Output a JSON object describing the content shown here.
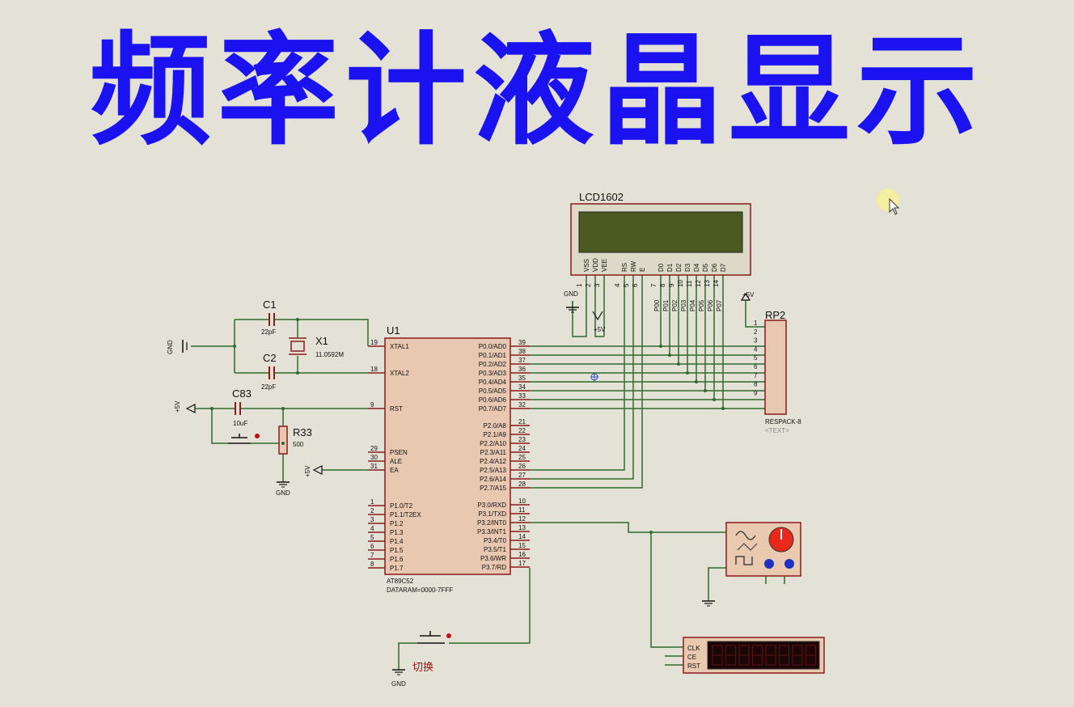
{
  "title": "频率计液晶显示",
  "lcd": {
    "name": "LCD1602",
    "pins": [
      "VSS",
      "VDD",
      "VEE",
      "RS",
      "RW",
      "E",
      "D0",
      "D1",
      "D2",
      "D3",
      "D4",
      "D5",
      "D6",
      "D7"
    ],
    "pin_numbers": [
      "1",
      "2",
      "3",
      "4",
      "5",
      "6",
      "7",
      "8",
      "9",
      "10",
      "11",
      "12",
      "13",
      "14"
    ]
  },
  "mcu": {
    "ref": "U1",
    "part": "AT89C52",
    "dataram": "DATARAM=0000-7FFF",
    "left_pins": [
      {
        "num": "19",
        "name": "XTAL1"
      },
      {
        "num": "18",
        "name": "XTAL2"
      },
      {
        "num": "9",
        "name": "RST"
      },
      {
        "num": "29",
        "name": "PSEN"
      },
      {
        "num": "30",
        "name": "ALE"
      },
      {
        "num": "31",
        "name": "EA"
      },
      {
        "num": "1",
        "name": "P1.0/T2"
      },
      {
        "num": "2",
        "name": "P1.1/T2EX"
      },
      {
        "num": "3",
        "name": "P1.2"
      },
      {
        "num": "4",
        "name": "P1.3"
      },
      {
        "num": "5",
        "name": "P1.4"
      },
      {
        "num": "6",
        "name": "P1.5"
      },
      {
        "num": "7",
        "name": "P1.6"
      },
      {
        "num": "8",
        "name": "P1.7"
      }
    ],
    "right_pins": [
      {
        "num": "39",
        "name": "P0.0/AD0"
      },
      {
        "num": "38",
        "name": "P0.1/AD1"
      },
      {
        "num": "37",
        "name": "P0.2/AD2"
      },
      {
        "num": "36",
        "name": "P0.3/AD3"
      },
      {
        "num": "35",
        "name": "P0.4/AD4"
      },
      {
        "num": "34",
        "name": "P0.5/AD5"
      },
      {
        "num": "33",
        "name": "P0.6/AD6"
      },
      {
        "num": "32",
        "name": "P0.7/AD7"
      },
      {
        "num": "21",
        "name": "P2.0/A8"
      },
      {
        "num": "22",
        "name": "P2.1/A9"
      },
      {
        "num": "23",
        "name": "P2.2/A10"
      },
      {
        "num": "24",
        "name": "P2.3/A11"
      },
      {
        "num": "25",
        "name": "P2.4/A12"
      },
      {
        "num": "26",
        "name": "P2.5/A13"
      },
      {
        "num": "27",
        "name": "P2.6/A14"
      },
      {
        "num": "28",
        "name": "P2.7/A15"
      },
      {
        "num": "10",
        "name": "P3.0/RXD"
      },
      {
        "num": "11",
        "name": "P3.1/TXD"
      },
      {
        "num": "12",
        "name": "P3.2/INT0"
      },
      {
        "num": "13",
        "name": "P3.3/INT1"
      },
      {
        "num": "14",
        "name": "P3.4/T0"
      },
      {
        "num": "15",
        "name": "P3.5/T1"
      },
      {
        "num": "16",
        "name": "P3.6/WR"
      },
      {
        "num": "17",
        "name": "P3.7/RD"
      }
    ]
  },
  "net_labels": [
    "P00",
    "P01",
    "P02",
    "P03",
    "P04",
    "P05",
    "P06",
    "P07"
  ],
  "components": {
    "c1": {
      "ref": "C1",
      "value": "22pF"
    },
    "c2": {
      "ref": "C2",
      "value": "22pF"
    },
    "x1": {
      "ref": "X1",
      "value": "11.0592M"
    },
    "c83": {
      "ref": "C83",
      "value": "10uF"
    },
    "r33": {
      "ref": "R33",
      "value": "500"
    },
    "rp2": {
      "ref": "RP2",
      "value": "RESPACK-8",
      "text": "<TEXT>",
      "pins": [
        "1",
        "2",
        "3",
        "4",
        "5",
        "6",
        "7",
        "8",
        "9"
      ]
    },
    "counter": {
      "pins": [
        "CLK",
        "CE",
        "RST"
      ]
    },
    "switch_label": "切换"
  },
  "power": {
    "gnd": "GND",
    "vcc": "+5V"
  },
  "colors": {
    "title": "#1a12f0",
    "wire": "#2f6a2f",
    "part": "#8b1a1a",
    "body": "#e8c8b0",
    "lcd_screen": "#4a5a20"
  }
}
